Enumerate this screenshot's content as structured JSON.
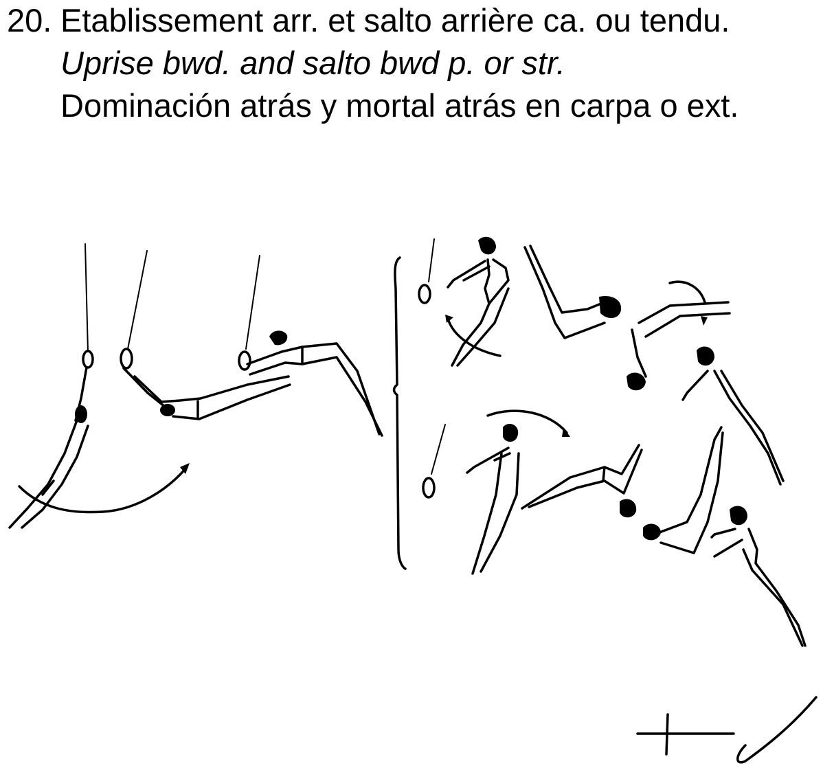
{
  "element": {
    "number": "20.",
    "title_fr": "Etablissement arr. et salto arrière ca. ou tendu.",
    "title_en": "Uprise bwd. and salto bwd p. or str.",
    "title_es": "Dominación atrás y mortal atrás en carpa o ext."
  },
  "figure": {
    "left_sequence_icon": "uprise-figures",
    "right_sequence_icon": "salto-figures",
    "symbol_icon": "element-symbol"
  }
}
